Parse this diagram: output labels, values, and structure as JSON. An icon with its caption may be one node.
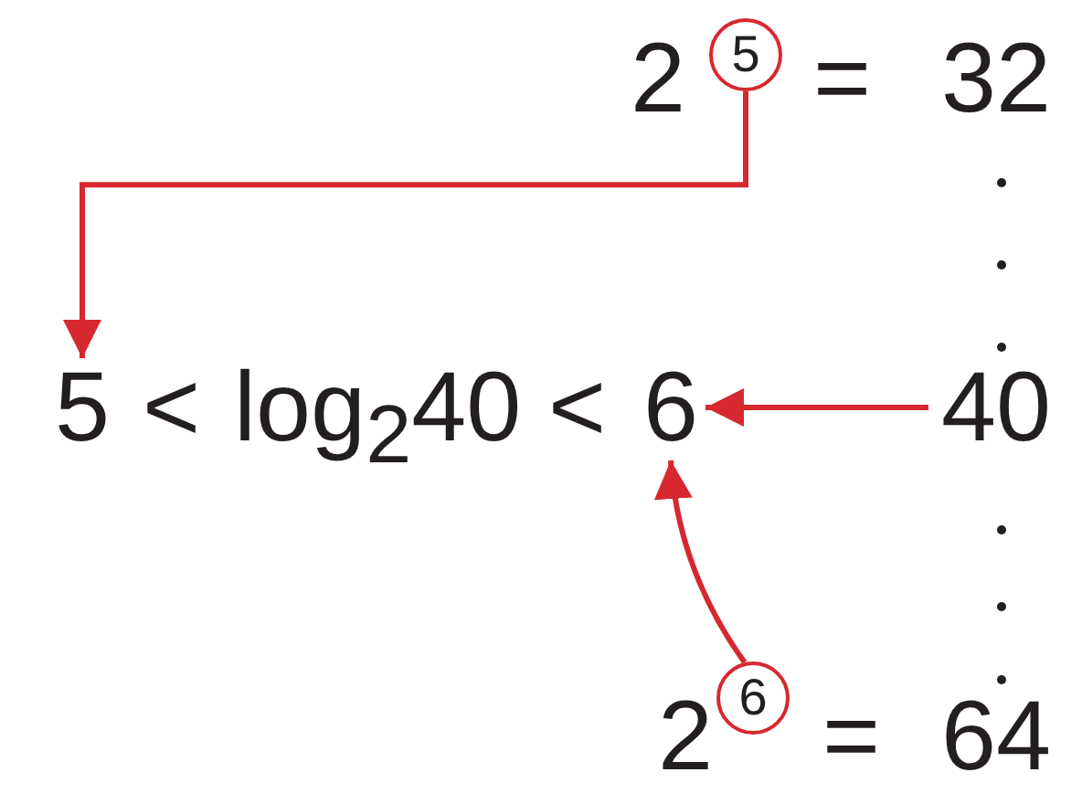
{
  "diagram": {
    "nodes": [
      {
        "text": [
          "5"
        ]
      },
      {
        "text": [
          "5"
        ]
      },
      {
        "text": [
          "6"
        ]
      },
      {
        "text": [
          "40"
        ]
      },
      {
        "text": [
          "6"
        ]
      }
    ],
    "edges": [
      {
        "from": 0,
        "to": 1,
        "arrow": "to",
        "color": "#d7282f"
      },
      {
        "from": 3,
        "to": 2,
        "arrow": "to",
        "color": "#d7282f"
      },
      {
        "from": 4,
        "to": 2,
        "arrow": "to",
        "color": "#d7282f"
      }
    ],
    "labels": [
      "2",
      "=",
      "32",
      "<",
      "log$_{2}$40",
      "<",
      "2",
      "=",
      "64"
    ]
  }
}
